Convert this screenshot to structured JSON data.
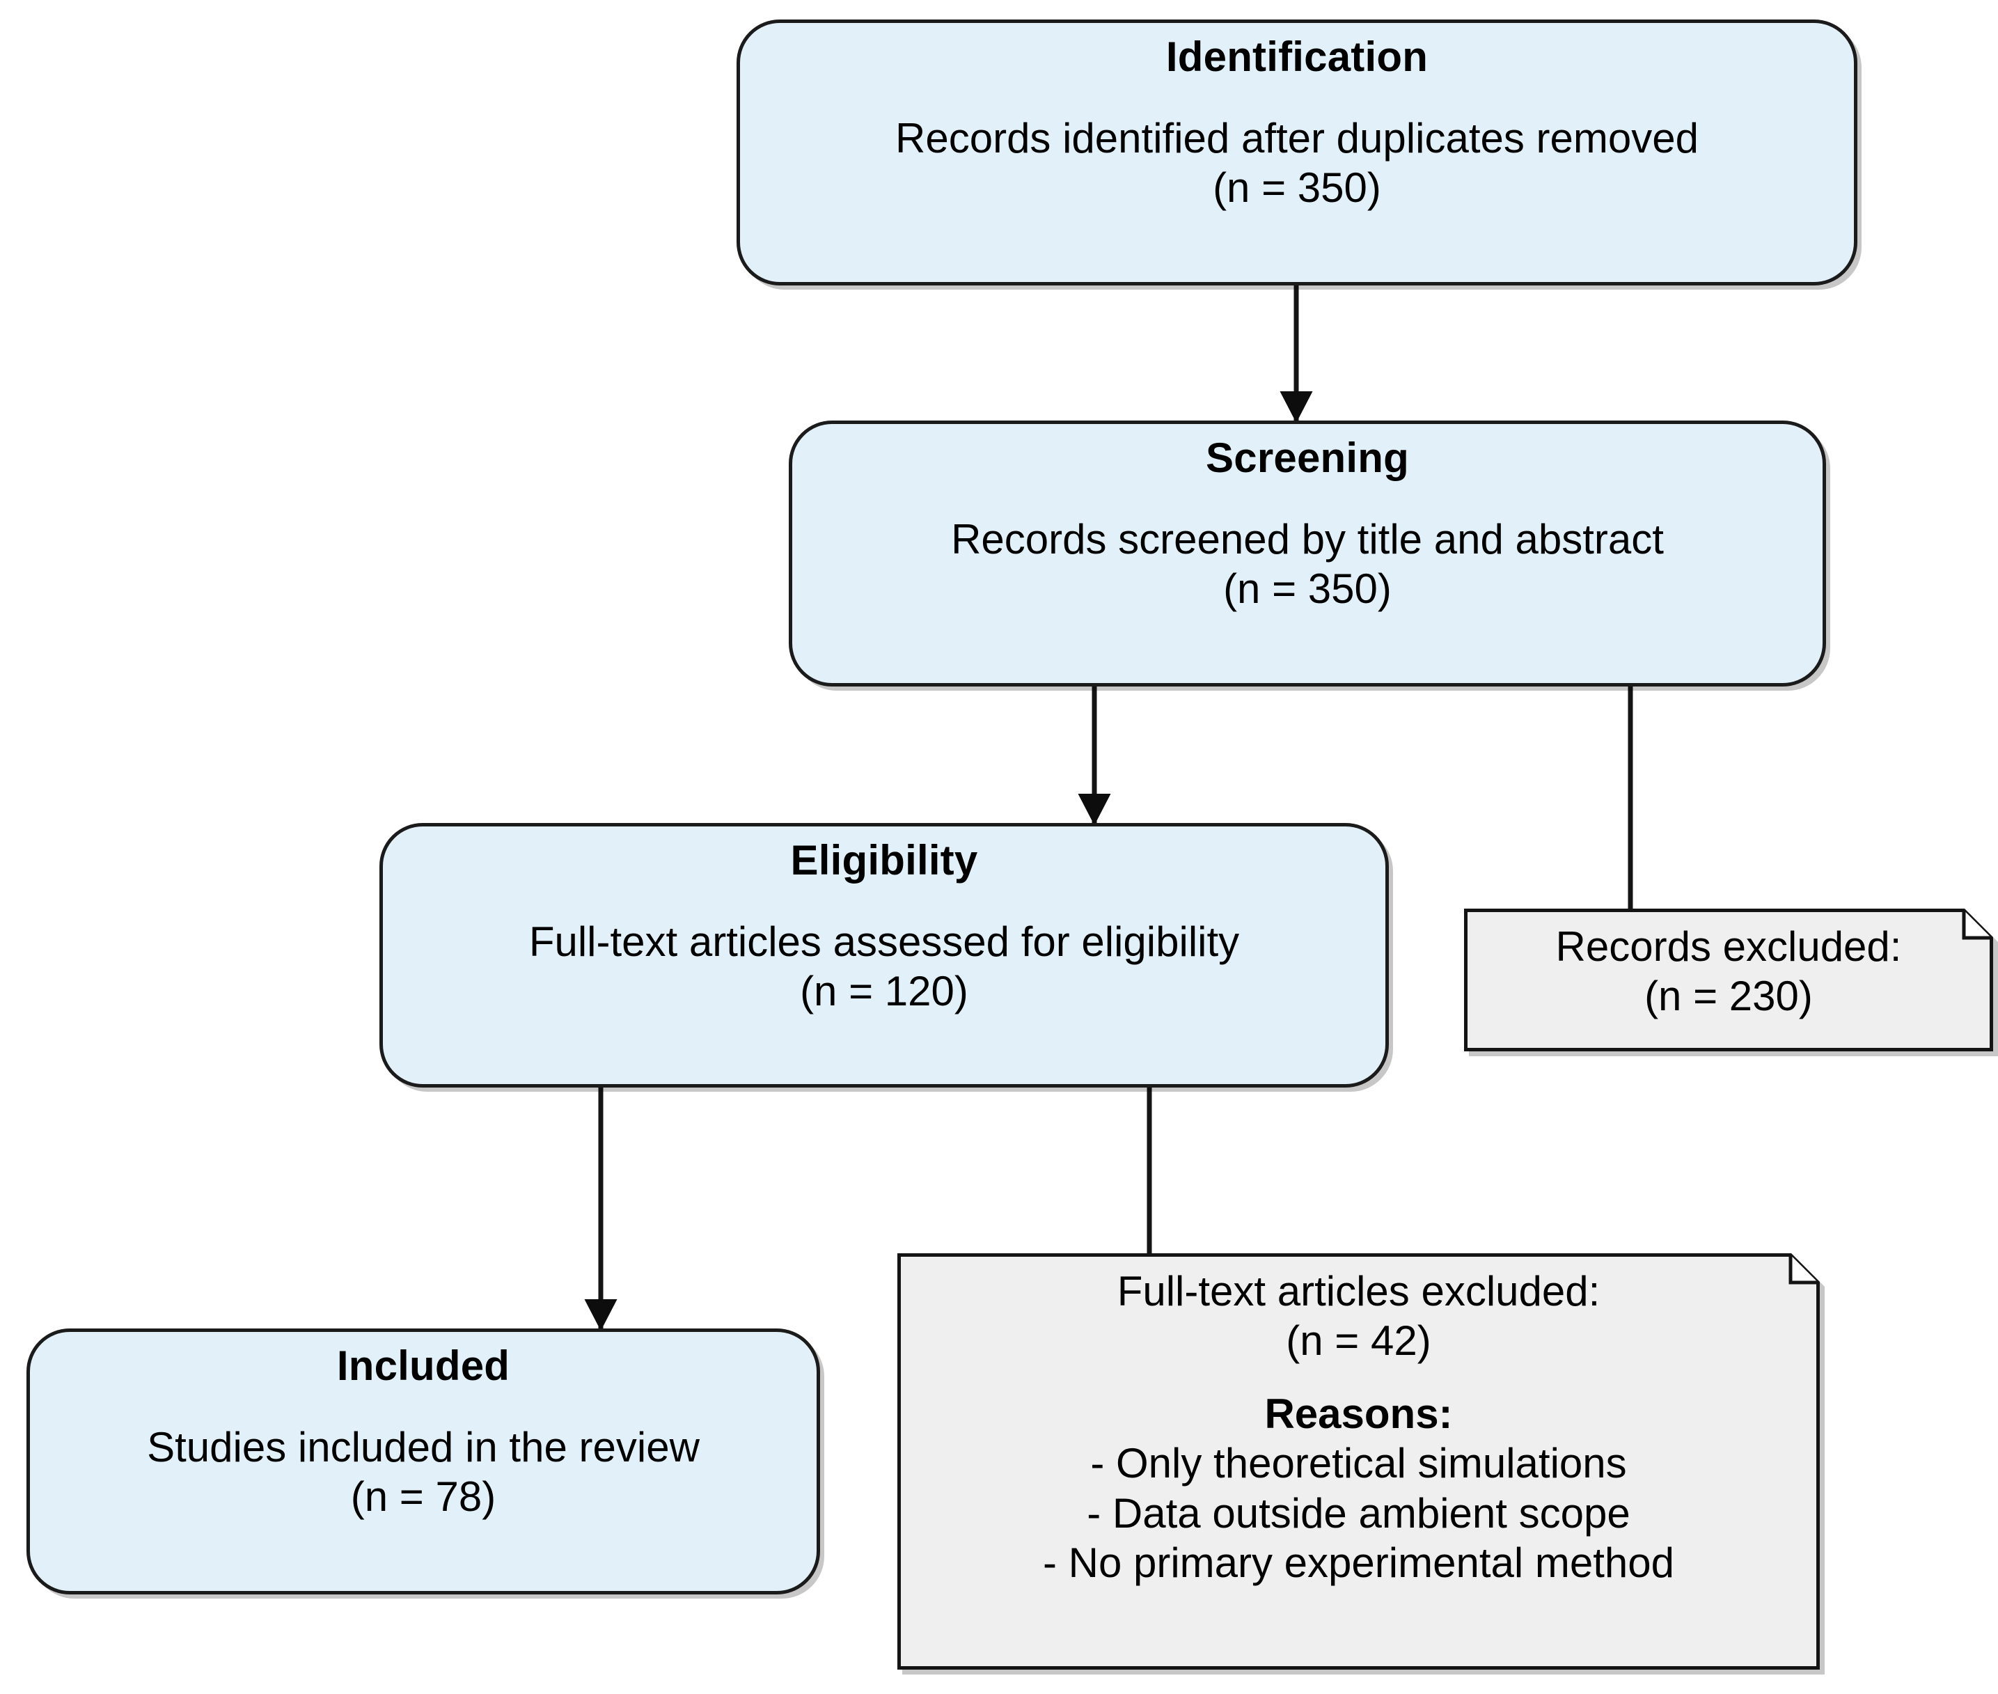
{
  "diagram": {
    "type": "prisma-flow-diagram",
    "stages": [
      {
        "id": "identification",
        "title": "Identification",
        "body": "Records identified after duplicates removed",
        "count_label": "(n = 350)",
        "n": 350,
        "shape": "rounded-rectangle",
        "fill": "#e2f1f9",
        "stroke": "#1b1b1b"
      },
      {
        "id": "screening",
        "title": "Screening",
        "body": "Records screened by title and abstract",
        "count_label": "(n = 350)",
        "n": 350,
        "shape": "rounded-rectangle",
        "fill": "#e2f1f9",
        "stroke": "#1b1b1b"
      },
      {
        "id": "eligibility",
        "title": "Eligibility",
        "body": "Full-text articles assessed for eligibility",
        "count_label": "(n = 120)",
        "n": 120,
        "shape": "rounded-rectangle",
        "fill": "#e2f1f9",
        "stroke": "#1b1b1b"
      },
      {
        "id": "included",
        "title": "Included",
        "body": "Studies included in the review",
        "count_label": "(n = 78)",
        "n": 78,
        "shape": "rounded-rectangle",
        "fill": "#e2f1f9",
        "stroke": "#1b1b1b"
      }
    ],
    "notes": [
      {
        "id": "records-excluded",
        "heading": "Records excluded:",
        "count_label": "(n = 230)",
        "n": 230,
        "shape": "note-folded-corner",
        "fill": "#efefef",
        "stroke": "#1b1b1b"
      },
      {
        "id": "fulltext-excluded",
        "heading": "Full-text articles excluded:",
        "count_label": "(n = 42)",
        "n": 42,
        "reasons_title": "Reasons:",
        "reasons": [
          "- Only theoretical simulations",
          "- Data outside ambient scope",
          "- No primary experimental method"
        ],
        "shape": "note-folded-corner",
        "fill": "#efefef",
        "stroke": "#1b1b1b"
      }
    ],
    "connectors": [
      {
        "id": "identification-to-screening",
        "from": "identification",
        "to": "screening",
        "arrowhead": "filled-triangle"
      },
      {
        "id": "screening-to-eligibility",
        "from": "screening",
        "to": "eligibility",
        "arrowhead": "filled-triangle"
      },
      {
        "id": "screening-to-records-excluded",
        "from": "screening",
        "to": "records-excluded",
        "arrowhead": "none"
      },
      {
        "id": "eligibility-to-included",
        "from": "eligibility",
        "to": "included",
        "arrowhead": "filled-triangle"
      },
      {
        "id": "eligibility-to-fulltext-excluded",
        "from": "eligibility",
        "to": "fulltext-excluded",
        "arrowhead": "none"
      }
    ],
    "colors": {
      "stage_fill": "#e2f1f9",
      "note_fill": "#efefef",
      "stroke": "#1b1b1b",
      "text": "#000000",
      "background": "#ffffff"
    }
  }
}
